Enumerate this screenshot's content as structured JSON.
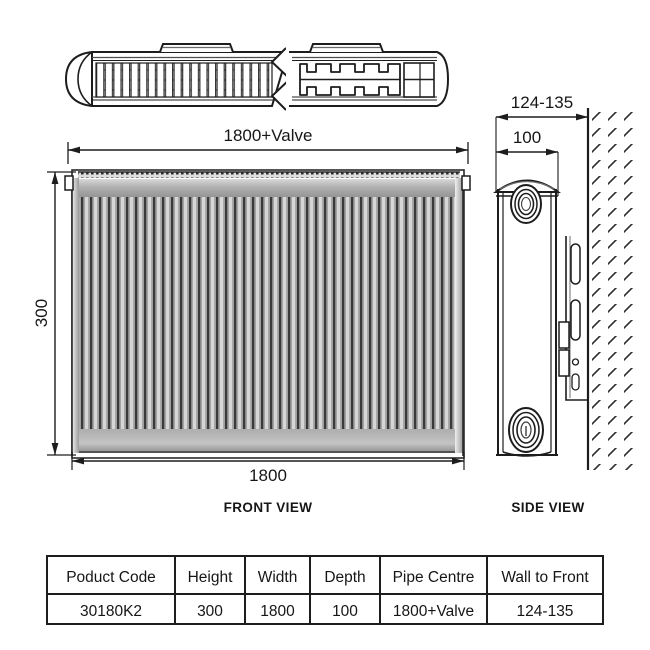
{
  "drawing": {
    "title": "Radiator dimension drawing",
    "views": {
      "top": {
        "name": "top-cutaway-view",
        "dimension_label": "1800+Valve"
      },
      "front": {
        "name": "front-view",
        "label": "FRONT VIEW",
        "width_dimension": "1800",
        "height_dimension": "300",
        "overall_width_dimension": "1800+Valve",
        "fin_count": 44
      },
      "side": {
        "name": "side-view",
        "label": "SIDE VIEW",
        "wall_to_front_dimension": "124-135",
        "depth_dimension": "100"
      }
    }
  },
  "table": {
    "headers": [
      "Poduct Code",
      "Height",
      "Width",
      "Depth",
      "Pipe Centre",
      "Wall to Front"
    ],
    "rows": [
      [
        "30180K2",
        "300",
        "1800",
        "100",
        "1800+Valve",
        "124-135"
      ]
    ]
  },
  "colors": {
    "line": "#161616",
    "fin_light": "#c8c8c8",
    "fin_mid": "#9a9a9a",
    "fin_dark": "#3c3c3c",
    "panel_gray": "#a9a9a9",
    "background": "#ffffff"
  }
}
